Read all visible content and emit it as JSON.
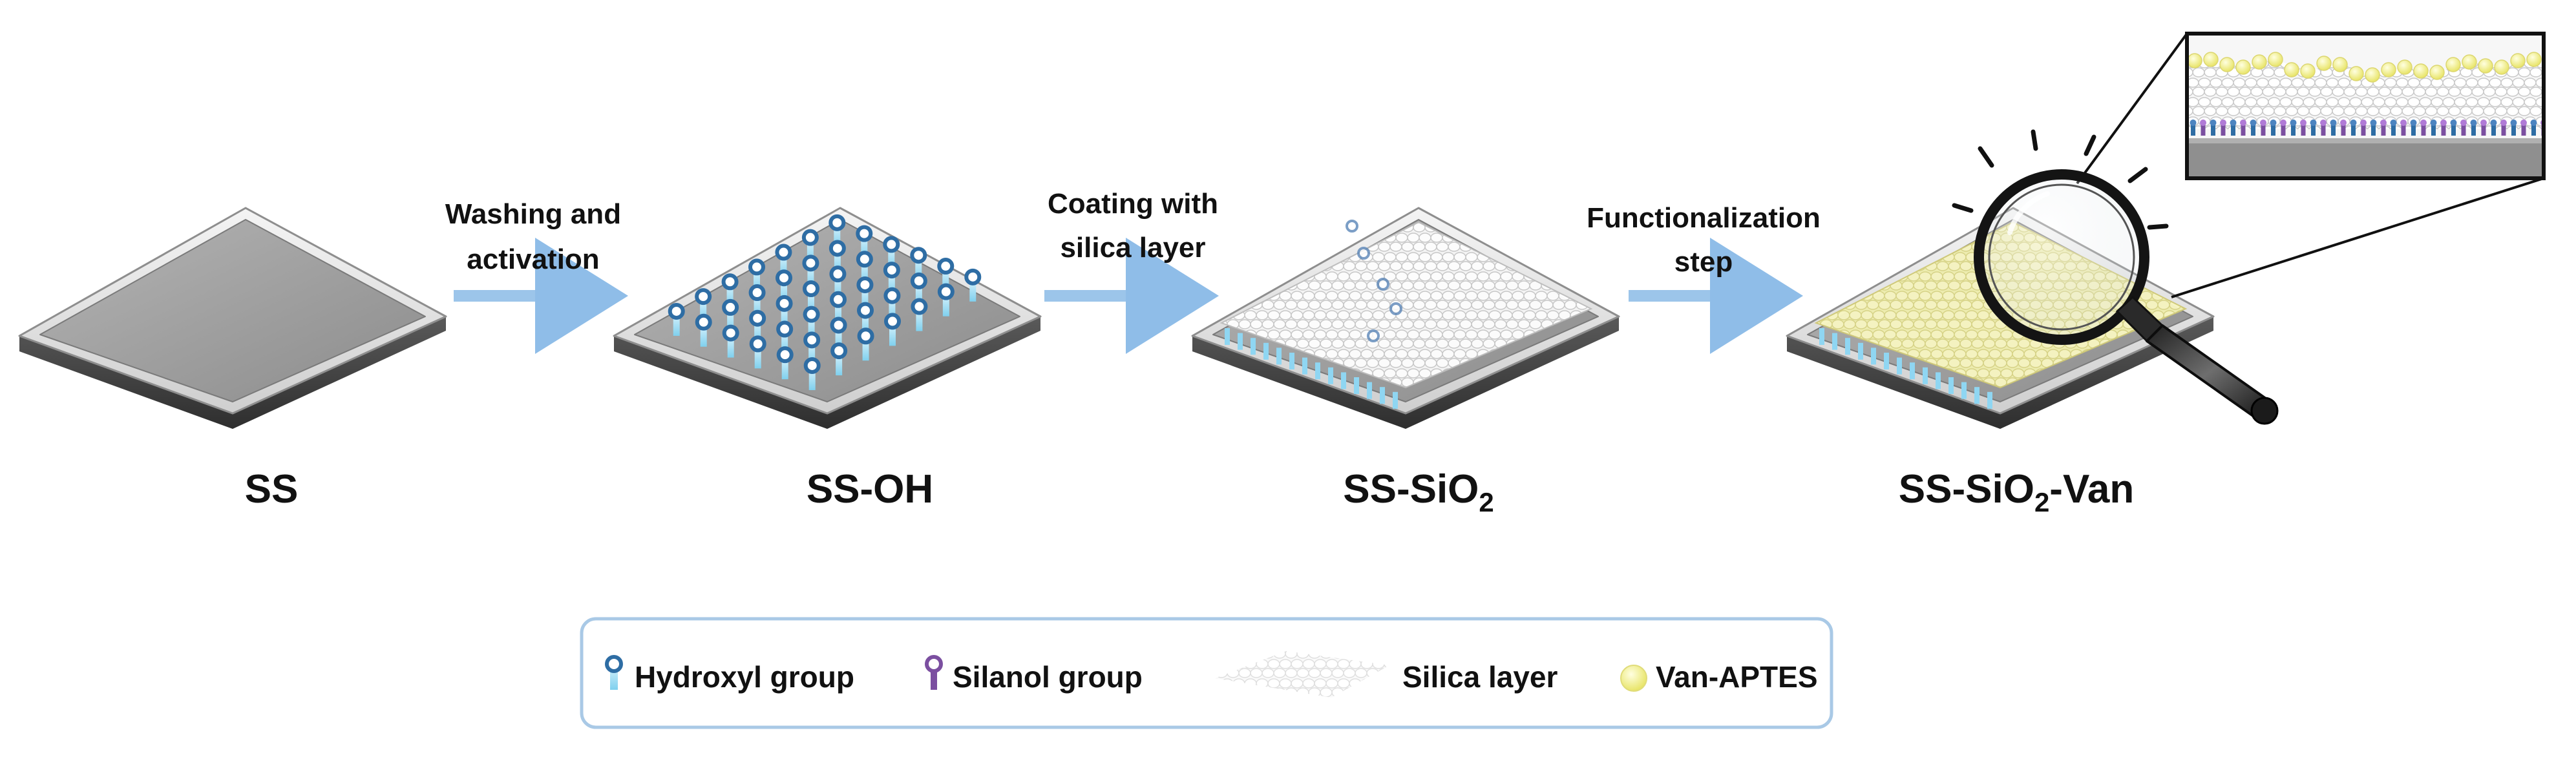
{
  "steps": {
    "washing": {
      "line1": "Washing and",
      "line2": "activation"
    },
    "coating": {
      "line1": "Coating with",
      "line2": "silica layer"
    },
    "functionalization": {
      "line1": "Functionalization",
      "line2": "step"
    }
  },
  "stages": {
    "ss": {
      "label": "SS"
    },
    "ss_oh": {
      "label": "SS-OH"
    },
    "ss_sio2": {
      "prefix": "SS-SiO",
      "sub": "2"
    },
    "ss_sio2_van": {
      "prefix": "SS-SiO",
      "sub": "2",
      "suffix": "-Van"
    }
  },
  "legend": {
    "hydroxyl": "Hydroxyl group",
    "silanol": "Silanol group",
    "silica": "Silica layer",
    "van_aptes": "Van-APTES"
  },
  "colors": {
    "arrow": "#9cc5ea",
    "hydroxyl": "#2e6da4",
    "silanol": "#7b4fa0",
    "silica": "#ffffff",
    "van_aptes": "#f2f08a",
    "tray": "#a8a8a8",
    "legend_border": "#a9c9e6"
  }
}
